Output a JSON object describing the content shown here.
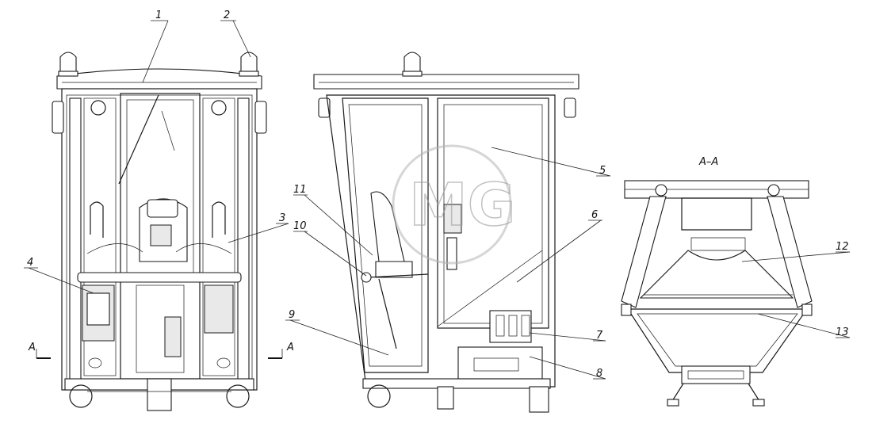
{
  "drawing": {
    "watermark": "MG",
    "section_title": "A–A",
    "section_marker_left": "A",
    "section_marker_right": "A",
    "callouts": [
      "1",
      "2",
      "3",
      "4",
      "5",
      "6",
      "7",
      "8",
      "9",
      "10",
      "11",
      "12",
      "13"
    ]
  },
  "colors": {
    "line": "#1a1a1a",
    "watermark": "#b5b5b5",
    "background": "#ffffff"
  }
}
